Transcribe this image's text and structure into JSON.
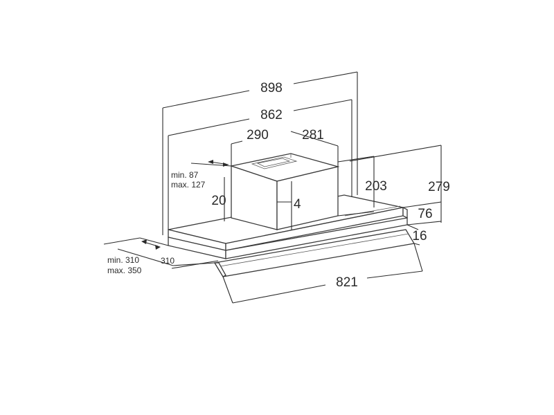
{
  "dimensions": {
    "overall_width": "898",
    "duct_width": "862",
    "chimney_width": "290",
    "chimney_depth": "281",
    "min_offset": "min. 87",
    "max_offset": "max. 127",
    "chimney_height_left": "20",
    "inner_height": "4",
    "body_height": "203",
    "total_height": "279",
    "panel_height": "76",
    "visor_height": "16",
    "depth_min": "min. 310",
    "depth_max": "max. 350",
    "depth": "310",
    "visor_width": "821"
  }
}
